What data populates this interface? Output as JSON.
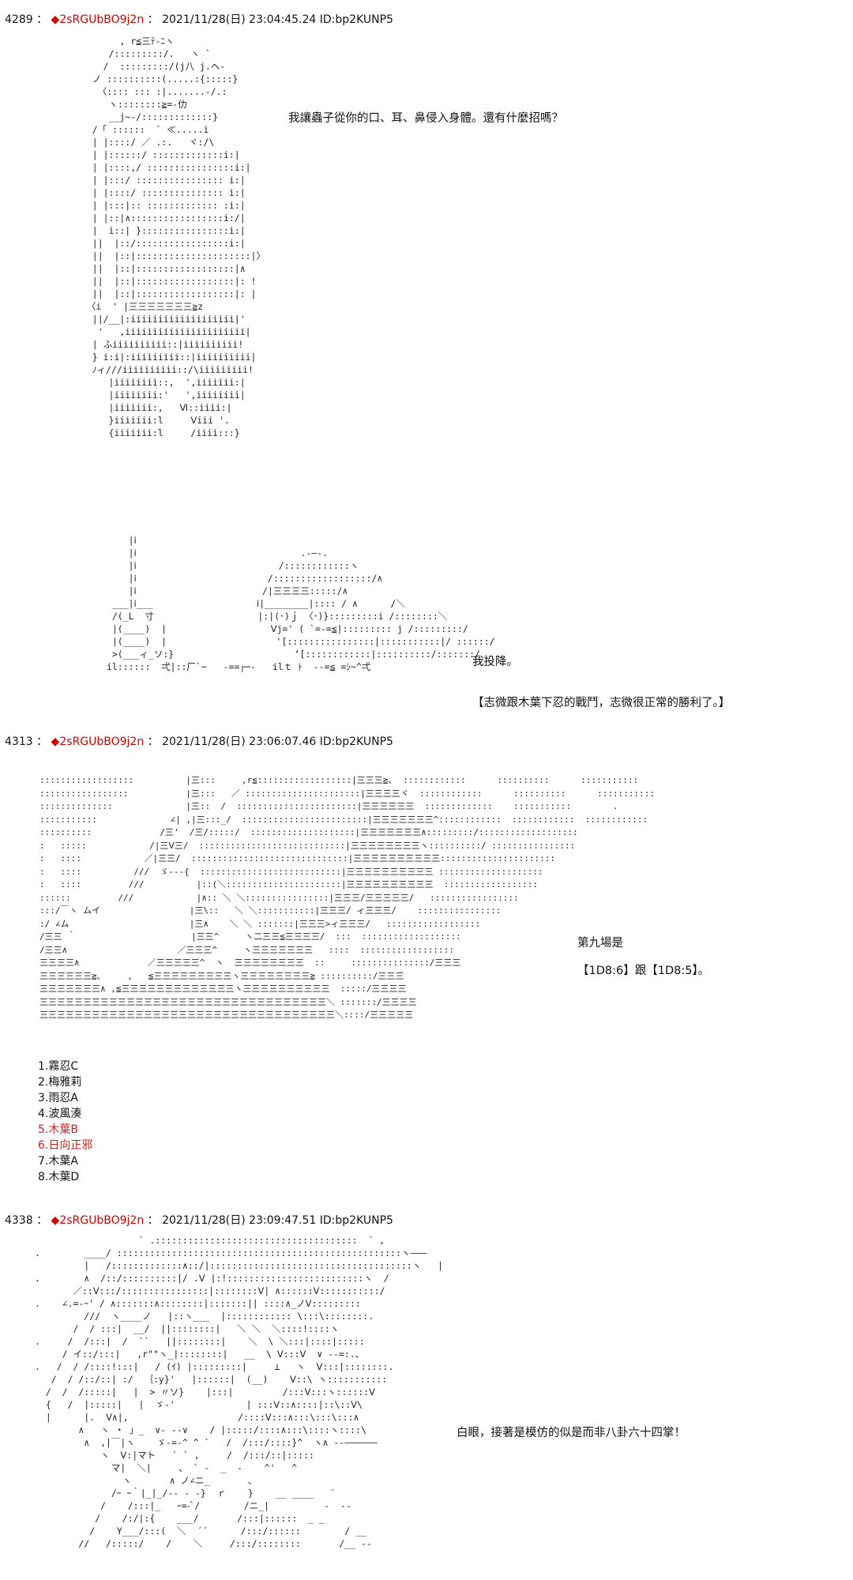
{
  "posts": [
    {
      "number": "4289",
      "diamond": "◆",
      "trip": "2sRGUbBO9j2n",
      "sep": "：",
      "datetime": "2021/11/28(日) 23:04:45.24 ID:bp2KUNP5",
      "lines": [
        "我讓蟲子從你的口、耳、鼻侵入身體。還有什麼招嗎？",
        "我投降。",
        "【志微跟木葉下忍的戰鬥，志微很正常的勝利了。】"
      ]
    },
    {
      "number": "4313",
      "diamond": "◆",
      "trip": "2sRGUbBO9j2n",
      "sep": "：",
      "datetime": "2021/11/28(日) 23:06:07.46 ID:bp2KUNP5",
      "lines": [
        "第九場是",
        "【1D8:6】跟【1D8:5】。"
      ],
      "list": [
        "1.霧忍C",
        "2.梅雅莉",
        "3.雨忍A",
        "4.波風湊",
        "5.木葉B",
        "6.日向正邪",
        "7.木葉A",
        "8.木葉D"
      ],
      "list_highlight_color": "#cc2222"
    },
    {
      "number": "4338",
      "diamond": "◆",
      "trip": "2sRGUbBO9j2n",
      "sep": "：",
      "datetime": "2021/11/28(日) 23:09:47.51 ID:bp2KUNP5",
      "lines": [
        "白眼，接著是模仿的似是而非八卦六十四掌！"
      ]
    }
  ]
}
